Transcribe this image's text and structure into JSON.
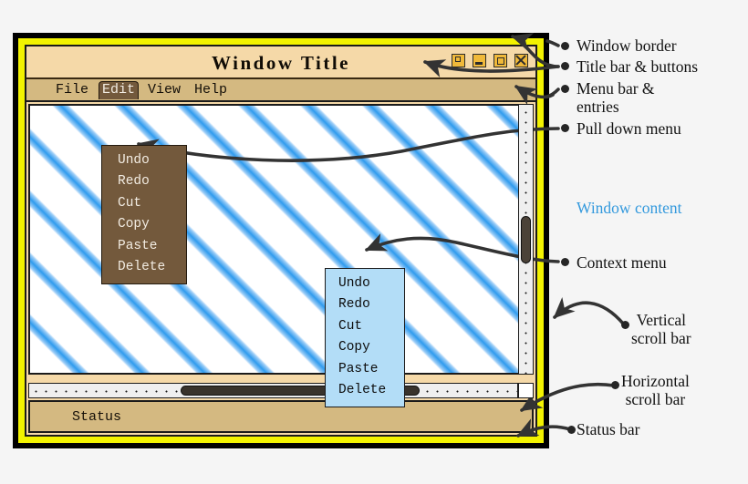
{
  "window": {
    "title": "Window Title",
    "buttons": [
      {
        "name": "system-menu-button",
        "icon": "system-box-icon"
      },
      {
        "name": "minimize-button",
        "icon": "minimize-icon"
      },
      {
        "name": "maximize-button",
        "icon": "maximize-icon"
      },
      {
        "name": "close-button",
        "icon": "close-x-icon"
      }
    ],
    "menubar": [
      {
        "label": "File",
        "active": false
      },
      {
        "label": "Edit",
        "active": true
      },
      {
        "label": "View",
        "active": false
      },
      {
        "label": "Help",
        "active": false
      }
    ],
    "pulldown_menu": {
      "items": [
        "Undo",
        "Redo",
        "Cut",
        "Copy",
        "Paste",
        "Delete"
      ]
    },
    "context_menu": {
      "items": [
        "Undo",
        "Redo",
        "Cut",
        "Copy",
        "Paste",
        "Delete"
      ]
    },
    "status_bar": {
      "text": "Status"
    }
  },
  "annotations": [
    {
      "id": "window-border",
      "text": "Window border"
    },
    {
      "id": "title-bar",
      "text": "Title bar & buttons"
    },
    {
      "id": "menu-bar",
      "text": "Menu bar &\nentries"
    },
    {
      "id": "pull-down-menu",
      "text": "Pull down menu"
    },
    {
      "id": "window-content",
      "text": "Window content"
    },
    {
      "id": "context-menu",
      "text": "Context menu"
    },
    {
      "id": "vertical-scroll",
      "text": "Vertical\nscroll bar"
    },
    {
      "id": "horizontal-scroll",
      "text": "Horizontal\nscroll bar"
    },
    {
      "id": "status-bar",
      "text": "Status bar"
    }
  ],
  "colors": {
    "border_yellow": "#f2f200",
    "titlebar": "#f5d9a8",
    "menubar": "#d4b981",
    "pulldown_bg": "#73593c",
    "context_bg": "#b3ddf7",
    "hatch_blue": "#2f9bee",
    "content_label_blue": "#3399dd",
    "button_amber": "#f0b93a"
  }
}
